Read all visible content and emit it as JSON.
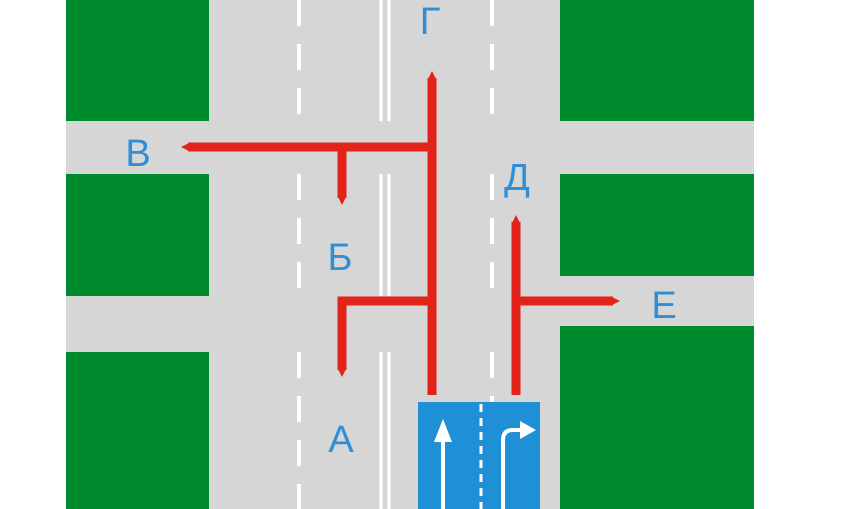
{
  "colors": {
    "grass": "#008a2e",
    "road": "#d6d6d6",
    "marking": "#ffffff",
    "route_arrow": "#e2231a",
    "sign_background": "#1f8fd6",
    "label": "#2e8ed6"
  },
  "labels": {
    "a": "А",
    "b": "Б",
    "v": "В",
    "g": "Г",
    "d": "Д",
    "e": "Е"
  },
  "sign": {
    "type": "lane-direction-sign",
    "left_lane": "straight-arrow",
    "right_lane": "straight-then-right-arrow"
  }
}
